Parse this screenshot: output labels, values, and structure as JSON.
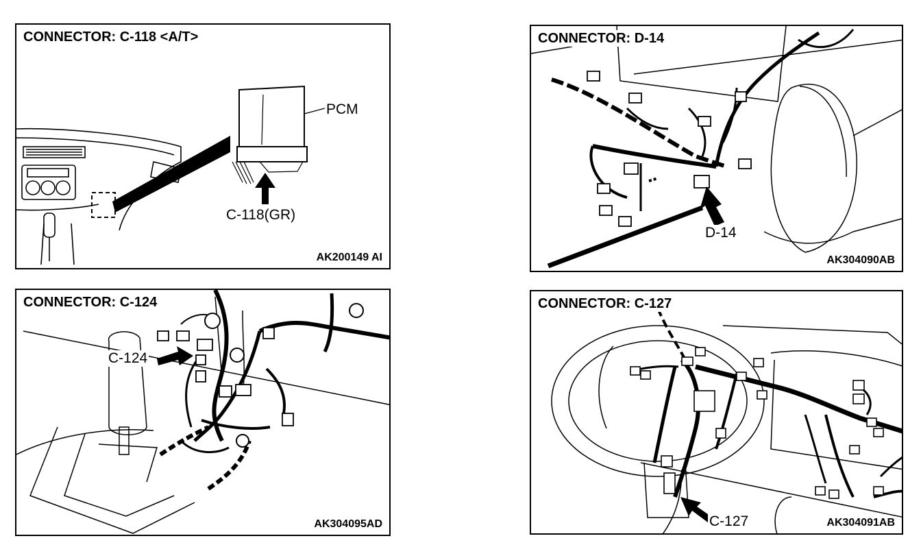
{
  "panels": [
    {
      "title": "CONNECTOR: C-118 <A/T>",
      "labels": [
        "PCM",
        "C-118(GR)"
      ],
      "code": "AK200149 AI"
    },
    {
      "title": "CONNECTOR: D-14",
      "labels": [
        "D-14"
      ],
      "code": "AK304090AB"
    },
    {
      "title": "CONNECTOR: C-124",
      "labels": [
        "C-124"
      ],
      "code": "AK304095AD"
    },
    {
      "title": "CONNECTOR: C-127",
      "labels": [
        "C-127"
      ],
      "code": "AK304091AB"
    }
  ]
}
